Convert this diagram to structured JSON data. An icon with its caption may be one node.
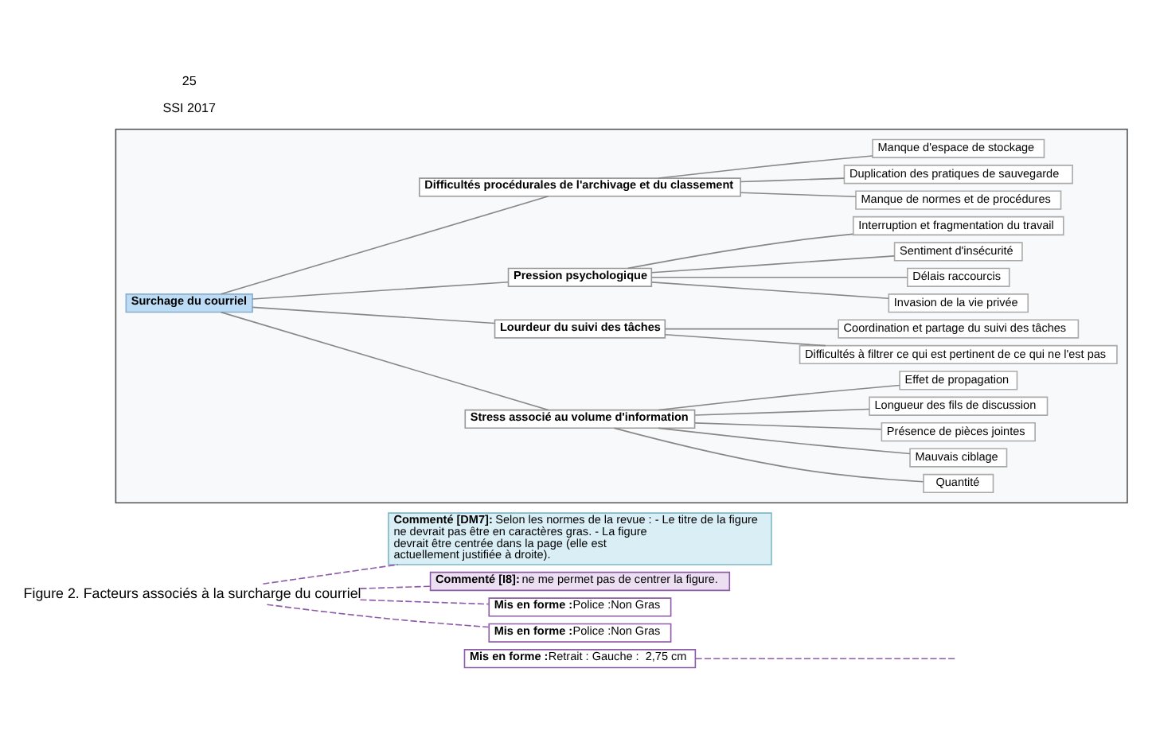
{
  "diagram": {
    "nodes": [
      {
        "text": [
          "Figure 2. Facteurs associés à la surcharge du courriel"
        ]
      },
      {
        "text": [],
        "shape": "box"
      },
      {
        "text": [
          "Surchage du courriel"
        ],
        "in": 1
      },
      {
        "text": [
          "Stress associé au volume d'information"
        ],
        "in": 1
      },
      {
        "text": [
          "Quantité"
        ],
        "in": 1
      },
      {
        "text": [
          "Mauvais ciblage"
        ],
        "in": 1
      },
      {
        "text": [
          "Présence de pièces jointes"
        ],
        "in": 1
      },
      {
        "text": [
          "Longueur des fils de discussion"
        ],
        "in": 1
      },
      {
        "text": [
          "Effet de propagation"
        ],
        "in": 1
      },
      {
        "text": [
          "Lourdeur du suivi des tâches"
        ],
        "in": 1
      },
      {
        "text": [
          "Difficultés à filtrer ce qui est pertinent de ce qui ne l'est pas"
        ],
        "in": 1
      },
      {
        "text": [
          "Coordination et partage du suivi des tâches"
        ],
        "in": 1
      },
      {
        "text": [
          "Pression psychologique"
        ],
        "in": 1
      },
      {
        "text": [
          "Invasion de la vie privée"
        ],
        "in": 1
      },
      {
        "text": [
          "Délais raccourcis"
        ],
        "in": 1
      },
      {
        "text": [
          "Sentiment d'insécurité"
        ],
        "in": 1
      },
      {
        "text": [
          "Interruption et fragmentation du travail"
        ],
        "in": 1
      },
      {
        "text": [
          "Difficultés procédurales de l'archivage et du classement"
        ],
        "in": 1
      },
      {
        "text": [
          "Manque de normes et de procédures"
        ],
        "in": 1
      },
      {
        "text": [
          "Duplication des pratiques de sauvegarde"
        ],
        "in": 1
      },
      {
        "text": [
          "Manque d'espace de stockage"
        ],
        "in": 1
      },
      {
        "text": [
          "Commenté [DM7]:",
          "Selon les normes de la revue : - Le titre de la figure ne devrait pas être en caractères gras. - La figure devrait être centrée dans la page (elle est actuellement justifiée à droite)."
        ]
      },
      {
        "text": [
          "Commenté [I8]:",
          "ne me permet pas de centrer la figure."
        ]
      },
      {
        "text": [
          "Mis en forme :",
          "Police :Non Gras"
        ]
      },
      {
        "text": [
          "Mis en forme :",
          "Police :Non Gras"
        ]
      },
      {
        "text": [
          "Mis en forme :",
          "Retrait : Gauche :  2,75 cm"
        ]
      }
    ],
    "edges": [
      {
        "from": 2,
        "to": 3,
        "arrow": "none"
      },
      {
        "from": 3,
        "to": 4,
        "arrow": "none"
      },
      {
        "from": 3,
        "to": 5,
        "arrow": "none"
      },
      {
        "from": 3,
        "to": 6,
        "arrow": "none"
      },
      {
        "from": 3,
        "to": 7,
        "arrow": "none"
      },
      {
        "from": 3,
        "to": 8,
        "arrow": "none"
      },
      {
        "from": 2,
        "to": 9,
        "arrow": "none"
      },
      {
        "from": 9,
        "to": 10,
        "arrow": "none"
      },
      {
        "from": 9,
        "to": 11,
        "arrow": "none"
      },
      {
        "from": 2,
        "to": 12,
        "arrow": "none"
      },
      {
        "from": 12,
        "to": 13,
        "arrow": "none"
      },
      {
        "from": 12,
        "to": 14,
        "arrow": "none"
      },
      {
        "from": 12,
        "to": 15,
        "arrow": "none"
      },
      {
        "from": 12,
        "to": 16,
        "arrow": "none"
      },
      {
        "from": 2,
        "to": 17,
        "arrow": "none"
      },
      {
        "from": 17,
        "to": 18,
        "arrow": "none"
      },
      {
        "from": 17,
        "to": 19,
        "arrow": "none"
      },
      {
        "from": 17,
        "to": 20,
        "arrow": "none"
      },
      {
        "from": 0,
        "to": 21,
        "arrow": "none",
        "style": "dashed",
        "color": "#8e5ba8"
      },
      {
        "from": 0,
        "to": 22,
        "arrow": "none",
        "style": "dashed",
        "color": "#8e5ba8"
      },
      {
        "from": 0,
        "to": 23,
        "arrow": "none",
        "style": "dashed",
        "color": "#8e5ba8"
      },
      {
        "from": 0,
        "to": 24,
        "arrow": "none",
        "style": "dashed",
        "color": "#8e5ba8"
      },
      {
        "from": null,
        "to": 25,
        "arrow": "none",
        "style": "dashed",
        "color": "#8e5ba8"
      }
    ],
    "labels": [
      "SSI 2017",
      "25"
    ]
  }
}
